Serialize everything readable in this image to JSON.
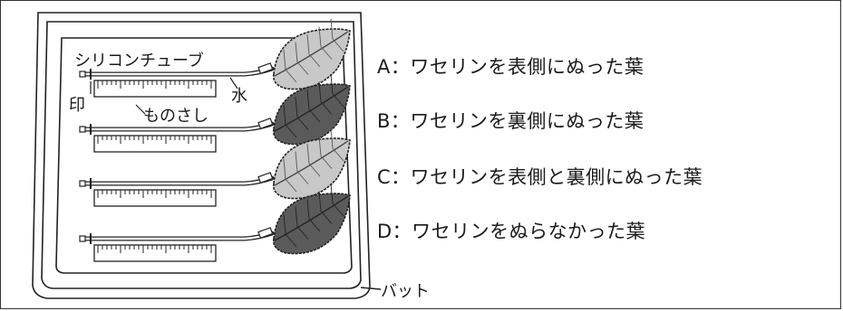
{
  "labels": {
    "tube": "シリコンチューブ",
    "mark": "印",
    "water": "水",
    "ruler": "ものさし",
    "tray": "バット"
  },
  "leaves": [
    {
      "text": "A：ワセリンを表側にぬった葉",
      "shade": "light"
    },
    {
      "text": "B：ワセリンを裏側にぬった葉",
      "shade": "dark"
    },
    {
      "text": "C：ワセリンを表側と裏側にぬった葉",
      "shade": "light"
    },
    {
      "text": "D：ワセリンをぬらなかった葉",
      "shade": "dark"
    }
  ],
  "colors": {
    "leaf_light": "#c8c8c8",
    "leaf_dark": "#5a5a5a",
    "line": "#222222"
  }
}
